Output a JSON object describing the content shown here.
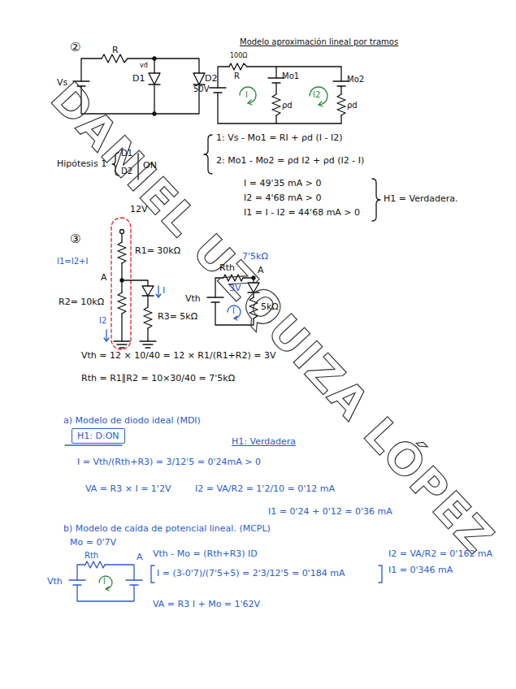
{
  "diagram": {
    "nodes": [
      {
        "text": [
          "H1: D:ON"
        ]
      }
    ],
    "labels": [
      "DANIEL UZQUIZA LÓPEZ",
      "②",
      "R",
      "vd",
      "D1",
      "D2",
      "Vs",
      "Modelo aproximación lineal por tramos",
      "100Ω",
      "R",
      "50V",
      "Mo1",
      "Mo2",
      "ρd",
      "ρd",
      "I",
      "I2",
      "Hipótesis 1",
      "D1",
      "D2",
      "ON",
      "1: Vs - Mo1 = RI + ρd (I - I2)",
      "2: Mo1 - Mo2 = ρd I2 + ρd (I2 - I)",
      "I = 49'35 mA > 0",
      "I2 = 4'68 mA > 0",
      "I1 = I - I2 = 44'68 mA > 0",
      "H1 = Verdadera.",
      "③",
      "12V",
      "I1=I2+I",
      "R1= 30kΩ",
      "A",
      "I",
      "R2= 10kΩ",
      "I2",
      "R3= 5kΩ",
      "Rth",
      "7'5kΩ",
      "A",
      "Vth",
      "3V",
      "I",
      "5kΩ",
      "Vth = 12 × 10/40 = 12 × R1/(R1+R2) = 3V",
      "Rth = R1∥R2 = 10×30/40 = 7'5kΩ",
      "a) Modelo de diodo ideal (MDI)",
      "H1: Verdadera",
      "I = Vth/(Rth+R3) = 3/12'5 = 0'24mA > 0",
      "VA = R3 × I = 1'2V",
      "I2 = VA/R2 = 1'2/10 = 0'12 mA",
      "I1 = 0'24 + 0'12 = 0'36 mA",
      "b) Modelo de caída de potencial lineal. (MCPL)",
      "Mo = 0'7V",
      "Rth",
      "A",
      "Vth",
      "I",
      "Vth - Mo = (Rth+R3) ID",
      "I = (3-0'7)/(7'5+5) = 2'3/12'5 = 0'184 mA",
      "I2 = VA/R2 = 0'162 mA",
      "I1 = 0'346 mA",
      "VA = R3 I + Mo = 1'62V"
    ]
  }
}
